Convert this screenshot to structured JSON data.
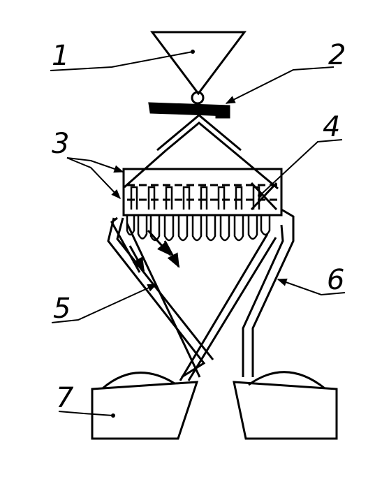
{
  "diagram": {
    "labels": {
      "hopper": "1",
      "feeder": "2",
      "screen": "3",
      "deflector": "4",
      "chute_left": "5",
      "chute_right": "6",
      "bins": "7"
    },
    "colors": {
      "line": "#000000",
      "background": "#ffffff"
    }
  }
}
